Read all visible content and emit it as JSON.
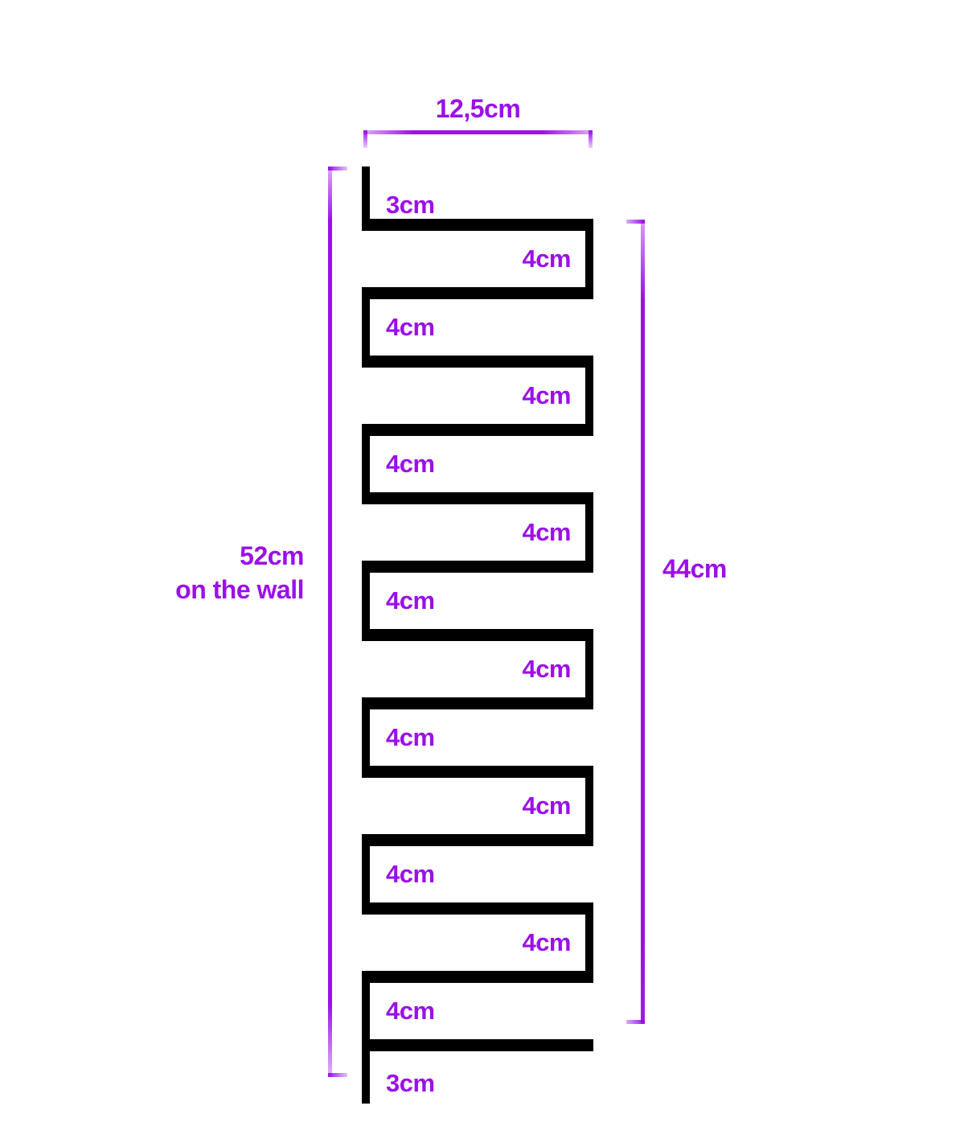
{
  "diagram": {
    "title": "Folded zig-zag strip dimension diagram",
    "accent_color": "#9B0FE8",
    "stroke_color": "#000000",
    "background_color": "#FFFFFF",
    "dimensions": {
      "width": {
        "label": "12,5cm",
        "value": 12.5,
        "unit": "cm",
        "orientation": "horizontal",
        "position": "top"
      },
      "wall": {
        "label_line_1": "52cm",
        "label_line_2": "on the wall",
        "value": 52,
        "unit": "cm",
        "orientation": "vertical",
        "position": "left"
      },
      "height": {
        "label": "44cm",
        "value": 44,
        "unit": "cm",
        "orientation": "vertical",
        "position": "right"
      }
    },
    "segments": [
      {
        "label": "3cm",
        "value": 3,
        "unit": "cm",
        "side": "left",
        "cap": "top"
      },
      {
        "label": "4cm",
        "value": 4,
        "unit": "cm",
        "side": "right",
        "cap": "none"
      },
      {
        "label": "4cm",
        "value": 4,
        "unit": "cm",
        "side": "left",
        "cap": "none"
      },
      {
        "label": "4cm",
        "value": 4,
        "unit": "cm",
        "side": "right",
        "cap": "none"
      },
      {
        "label": "4cm",
        "value": 4,
        "unit": "cm",
        "side": "left",
        "cap": "none"
      },
      {
        "label": "4cm",
        "value": 4,
        "unit": "cm",
        "side": "right",
        "cap": "none"
      },
      {
        "label": "4cm",
        "value": 4,
        "unit": "cm",
        "side": "left",
        "cap": "none"
      },
      {
        "label": "4cm",
        "value": 4,
        "unit": "cm",
        "side": "right",
        "cap": "none"
      },
      {
        "label": "4cm",
        "value": 4,
        "unit": "cm",
        "side": "left",
        "cap": "none"
      },
      {
        "label": "4cm",
        "value": 4,
        "unit": "cm",
        "side": "right",
        "cap": "none"
      },
      {
        "label": "4cm",
        "value": 4,
        "unit": "cm",
        "side": "left",
        "cap": "none"
      },
      {
        "label": "4cm",
        "value": 4,
        "unit": "cm",
        "side": "right",
        "cap": "none"
      },
      {
        "label": "4cm",
        "value": 4,
        "unit": "cm",
        "side": "left",
        "cap": "none"
      },
      {
        "label": "3cm",
        "value": 3,
        "unit": "cm",
        "side": "left",
        "cap": "bottom"
      }
    ]
  }
}
